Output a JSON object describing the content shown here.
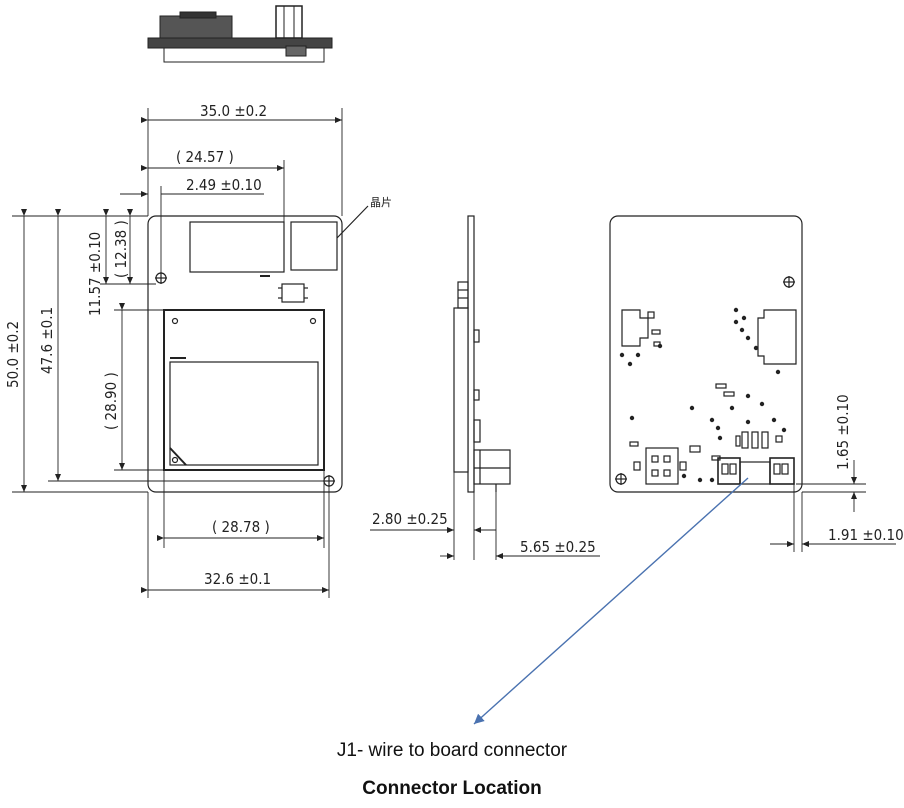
{
  "dimensions": {
    "width_total": "35.0 ±0.2",
    "width_inner": "( 24.57 )",
    "offset_x": "2.49 ±0.10",
    "height_total": "50.0 ±0.2",
    "height_inner": "47.6 ±0.1",
    "hole_y": "11.57 ±0.10",
    "hole_y_ref": "( 12.38 )",
    "lcd_height": "( 28.90 )",
    "lcd_width": "( 28.78 )",
    "hole_span": "32.6 ±0.1",
    "side_thickness": "2.80 ±0.25",
    "side_depth": "5.65 ±0.25",
    "conn_y": "1.65 ±0.10",
    "conn_x": "1.91 ±0.10"
  },
  "label_chip": "晶片",
  "captions": {
    "connector": "J1- wire to board connector",
    "title": "Connector Location"
  },
  "colors": {
    "line": "#222222",
    "arrow": "#4a72b0"
  }
}
